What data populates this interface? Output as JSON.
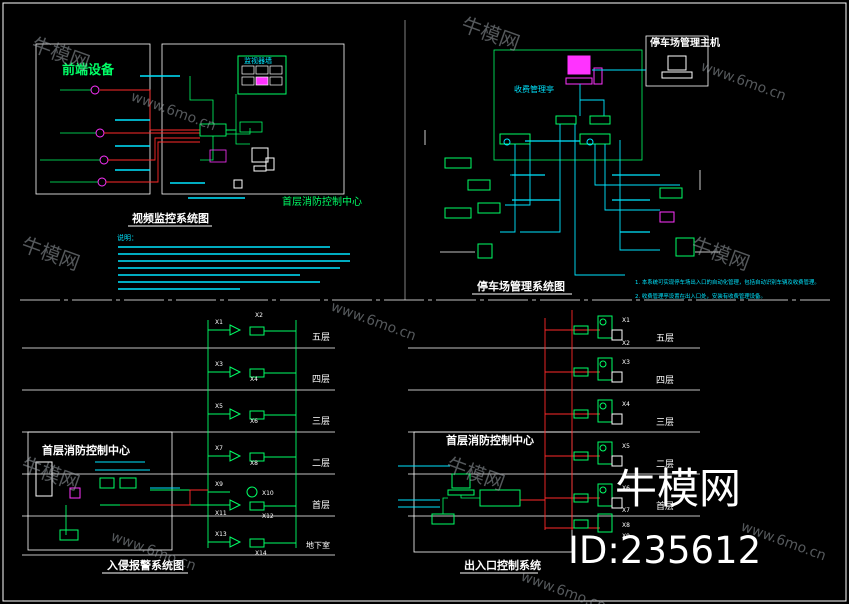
{
  "watermark": {
    "brand": "牛模网",
    "site": "www.6mo.cn",
    "id_text": "ID:235612"
  },
  "colors": {
    "background": "#000000",
    "green": "#00ff66",
    "cyan": "#00e5ff",
    "yellow": "#ffff00",
    "red": "#ff2a2a",
    "magenta": "#ff33ff",
    "white": "#ffffff",
    "blue": "#3355ff"
  },
  "cctv": {
    "front_label": "前端设备",
    "monitor_wall_label": "监视器墙",
    "center_label": "首层消防控制中心",
    "title": "视频监控系统图",
    "notes_label": "说明："
  },
  "parking": {
    "host_label": "停车场管理主机",
    "fee_room_label": "收费管理亭",
    "title": "停车场管理系统图",
    "note_1": "1. 本系统可实现停车场出入口的自动化管理，包括自动识别车辆及收费管理。",
    "note_2": "2. 收费管理亭设置在出入口处，安装有收费管理设备。"
  },
  "alarm": {
    "center_label": "首层消防控制中心",
    "title": "入侵报警系统图",
    "floors": [
      "五层",
      "四层",
      "三层",
      "二层",
      "首层",
      "地下室"
    ],
    "device_tags": [
      "X1",
      "X2",
      "X3",
      "X4",
      "X5",
      "X6",
      "X7",
      "X8",
      "X9",
      "X10",
      "X11",
      "X12",
      "X13",
      "X14"
    ]
  },
  "access": {
    "center_label": "首层消防控制中心",
    "title": "出入口控制系统",
    "floors": [
      "五层",
      "四层",
      "三层",
      "二层",
      "首层"
    ],
    "device_tags": [
      "X1",
      "X2",
      "X3",
      "X4",
      "X5",
      "X6",
      "X7",
      "X8",
      "X9"
    ]
  }
}
